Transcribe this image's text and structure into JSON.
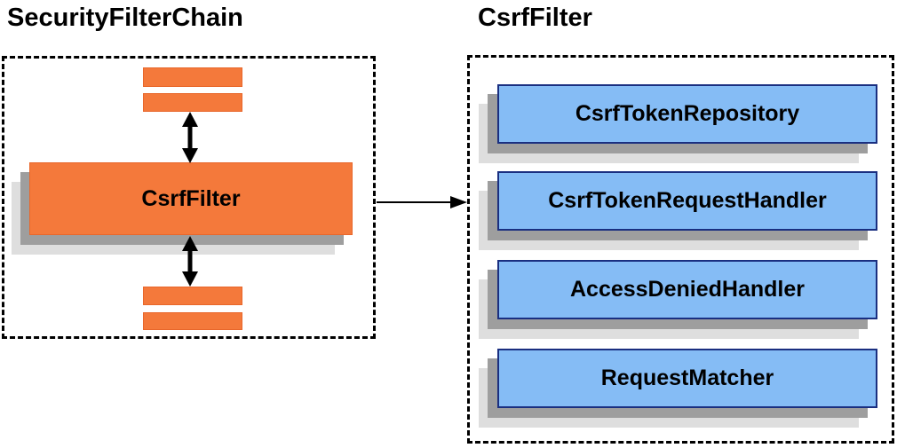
{
  "diagram": {
    "left": {
      "title": "SecurityFilterChain",
      "filter_label": "CsrfFilter"
    },
    "right": {
      "title": "CsrfFilter",
      "components": [
        "CsrfTokenRepository",
        "CsrfTokenRequestHandler",
        "AccessDeniedHandler",
        "RequestMatcher"
      ]
    },
    "colors": {
      "orange_fill": "#F4793B",
      "orange_border": "#E8672B",
      "blue_fill": "#85BCF5",
      "blue_border": "#1A2F80",
      "shadow_dark": "#9E9E9E",
      "shadow_light": "#DEDEDE",
      "arrow": "#000000"
    }
  }
}
